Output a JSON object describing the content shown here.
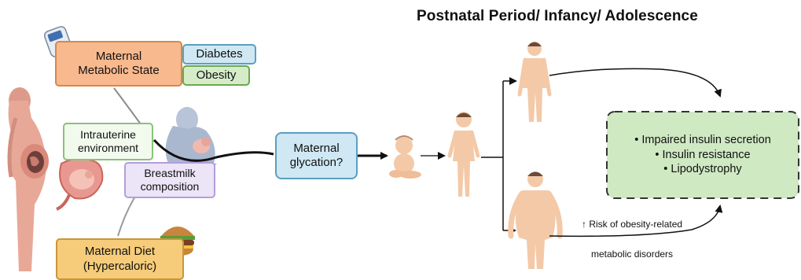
{
  "title": "Postnatal Period/ Infancy/ Adolescence",
  "maternal_metabolic_state": {
    "line1": "Maternal",
    "line2": "Metabolic State"
  },
  "diabetes": "Diabetes",
  "obesity": "Obesity",
  "intrauterine": {
    "line1": "Intrauterine",
    "line2": "environment"
  },
  "breastmilk": {
    "line1": "Breastmilk",
    "line2": "composition"
  },
  "maternal_diet": {
    "line1": "Maternal Diet",
    "line2": "(Hypercaloric)"
  },
  "maternal_glycation": {
    "line1": "Maternal",
    "line2": "glycation?"
  },
  "outcomes": {
    "item1": "• Impaired insulin secretion",
    "item2": "• Insulin resistance",
    "item3": "• Lipodystrophy"
  },
  "risk_label": {
    "line1": "↑ Risk of obesity-related",
    "line2": "metabolic disorders"
  },
  "colors": {
    "orange_fill": "#f8b98e",
    "orange_border": "#d9864f",
    "blue_fill": "#cfe8f3",
    "blue_border": "#5aa0bf",
    "green_fill": "#d6ecc9",
    "green_border": "#6aa84f",
    "purple_fill": "#ece4f7",
    "purple_border": "#b49ddb",
    "yellow_fill": "#f6cc7a",
    "yellow_border": "#c9963b",
    "outcome_fill": "#cfe9c3",
    "skin": "#f4c9a7",
    "mother_skin": "#e8a898",
    "hair": "#6b4a3a"
  },
  "icons": [
    "glucometer-icon",
    "burger-icon",
    "pregnant-woman-icon",
    "uterus-fetus-icon",
    "breastfeeding-icon",
    "baby-icon",
    "child-icon",
    "lean-adult-icon",
    "obese-adult-icon"
  ]
}
